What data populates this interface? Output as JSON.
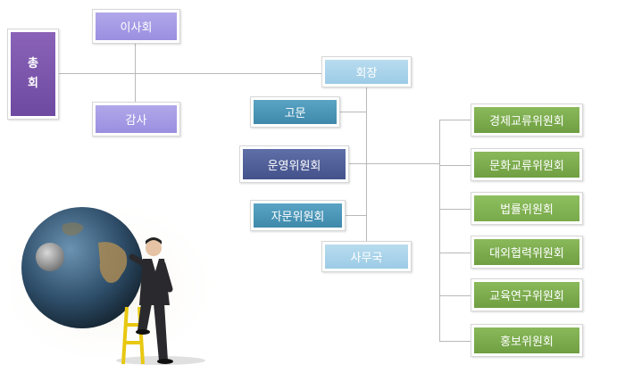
{
  "diagram": {
    "general_assembly": {
      "line1": "총",
      "line2": "회"
    },
    "board": "이사회",
    "auditor": "감사",
    "chairman": "회장",
    "advisor": "고문",
    "steering_committee": "운영위원회",
    "consulting_committee": "자문위원회",
    "secretariat": "사무국",
    "committees": [
      "경제교류위원회",
      "문화교류위원회",
      "법률위원회",
      "대외협력위원회",
      "교육연구위원회",
      "홍보위원회"
    ]
  },
  "illustration": {
    "subject": "businessman pushing a globe from a yellow ladder"
  }
}
